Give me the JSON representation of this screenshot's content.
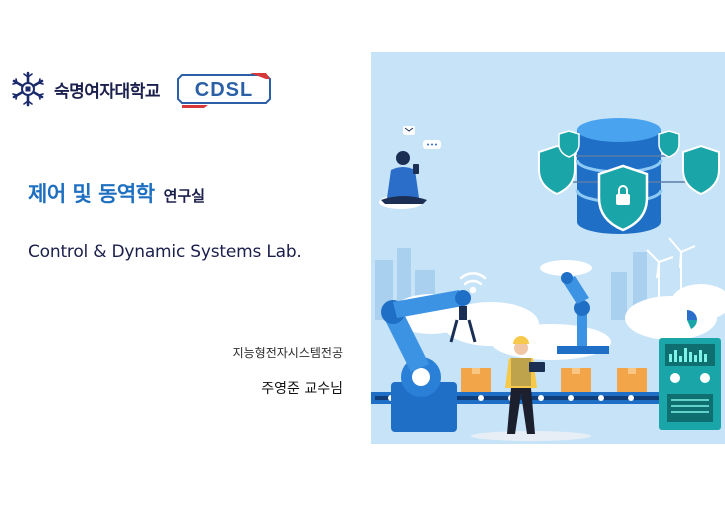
{
  "header": {
    "university_name": "숙명여자대학교",
    "lab_logo_text": "CDSL"
  },
  "titles": {
    "korean_main": "제어 및 동역학",
    "korean_sub": "연구실",
    "english": "Control & Dynamic Systems Lab."
  },
  "credits": {
    "department": "지능형전자시스템전공",
    "professor": "주영준 교수님"
  },
  "icons": {
    "emblem": "snowflake-emblem-icon",
    "database": "database-icon",
    "shield": "shield-lock-icon",
    "robot_arm": "robot-arm-icon",
    "wifi": "wifi-icon",
    "pie_chart": "pie-chart-icon"
  },
  "colors": {
    "navy": "#1b1f4b",
    "accent_blue": "#1e6fc0",
    "sky": "#c7e3f7",
    "teal": "#1aa6a8",
    "box_orange": "#f3a54a"
  }
}
